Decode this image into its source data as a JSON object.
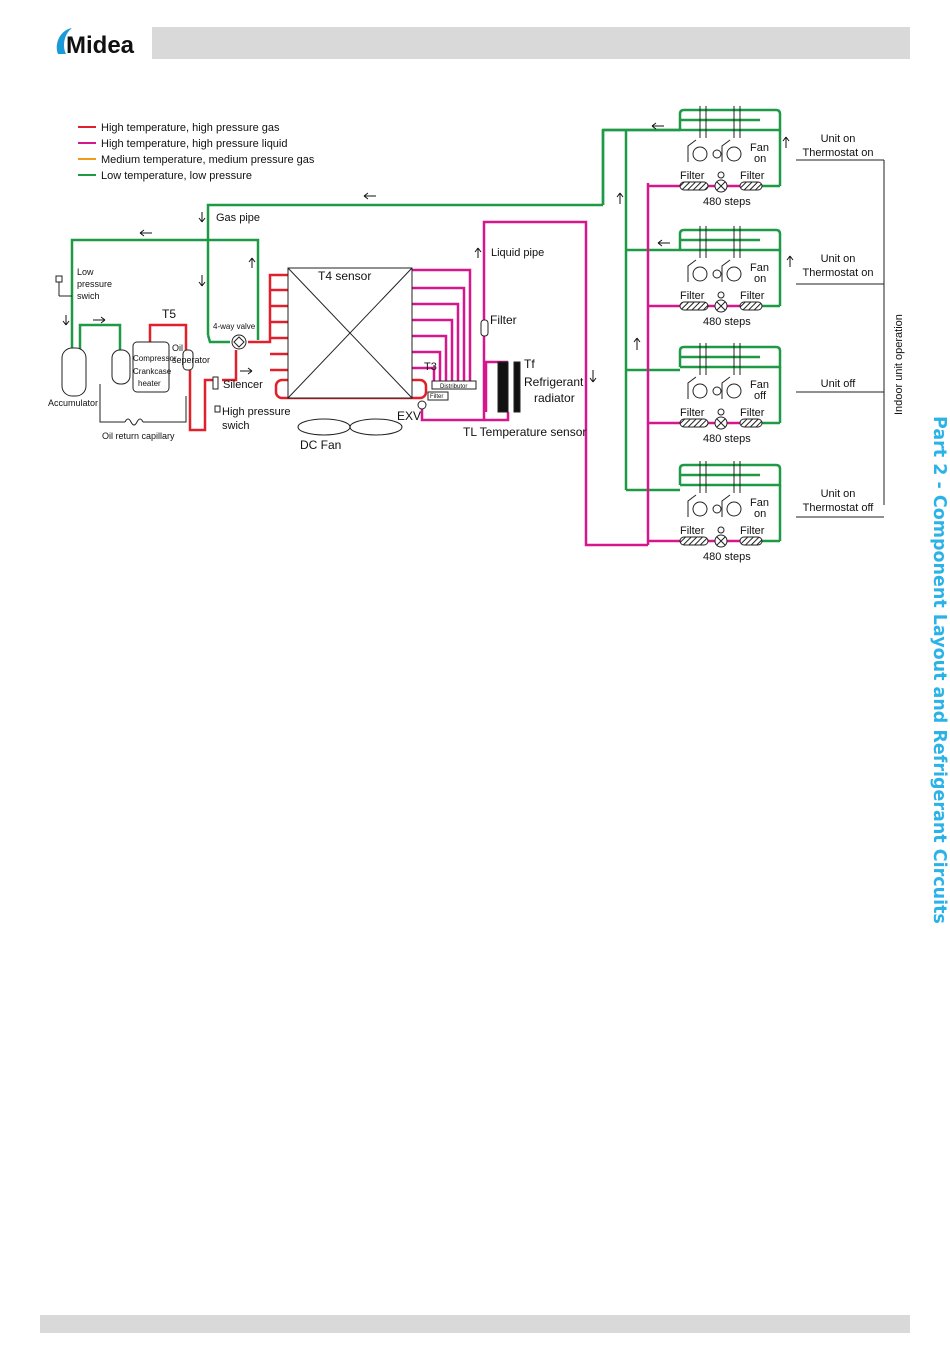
{
  "brand": {
    "name": "Midea",
    "color": "#1a9ad6"
  },
  "side_title": "Part 2 - Component Layout and Refrigerant Circuits",
  "legend": [
    {
      "label": "High temperature, high pressure gas",
      "color": "#e0202a"
    },
    {
      "label": "High temperature, high pressure liquid",
      "color": "#d6168c"
    },
    {
      "label": "Medium temperature, medium pressure gas",
      "color": "#f29b17"
    },
    {
      "label": "Low temperature, low pressure",
      "color": "#1e9a47"
    }
  ],
  "labels": {
    "gas_pipe": "Gas pipe",
    "liquid_pipe": "Liquid pipe",
    "low_pressure": [
      "Low",
      "pressure",
      "swich"
    ],
    "accumulator": "Accumulator",
    "t5": "T5",
    "compressor": [
      "Compressor",
      "Crankcase",
      "heater"
    ],
    "oil_separator": [
      "Oil",
      "seperator"
    ],
    "four_way_valve": "4-way valve",
    "silencer": "Silencer",
    "high_pressure": [
      "High pressure",
      "swich"
    ],
    "oil_return": "Oil return capillary",
    "t4": "T4 sensor",
    "t3": "T3",
    "distributor": "Distributor",
    "filter_small": "Filter",
    "exv": "EXV",
    "dc_fan": "DC Fan",
    "filter_main": "Filter",
    "tf": "Tf",
    "refrigerant_radiator": [
      "Refrigerant",
      "radiator"
    ],
    "tl_sensor": "TL Temperature sensor",
    "indoor_op": "Indoor unit operation"
  },
  "indoor_units": [
    {
      "fan_state": [
        "Fan",
        "on"
      ],
      "status": [
        "Unit on",
        "Thermostat on"
      ],
      "filter_left": "Filter",
      "filter_right": "Filter",
      "steps": "480 steps"
    },
    {
      "fan_state": [
        "Fan",
        "on"
      ],
      "status": [
        "Unit on",
        "Thermostat on"
      ],
      "filter_left": "Filter",
      "filter_right": "Filter",
      "steps": "480 steps"
    },
    {
      "fan_state": [
        "Fan",
        "off"
      ],
      "status": [
        "Unit off"
      ],
      "filter_left": "Filter",
      "filter_right": "Filter",
      "steps": "480 steps"
    },
    {
      "fan_state": [
        "Fan",
        "on"
      ],
      "status": [
        "Unit on",
        "Thermostat off"
      ],
      "filter_left": "Filter",
      "filter_right": "Filter",
      "steps": "480 steps"
    }
  ]
}
